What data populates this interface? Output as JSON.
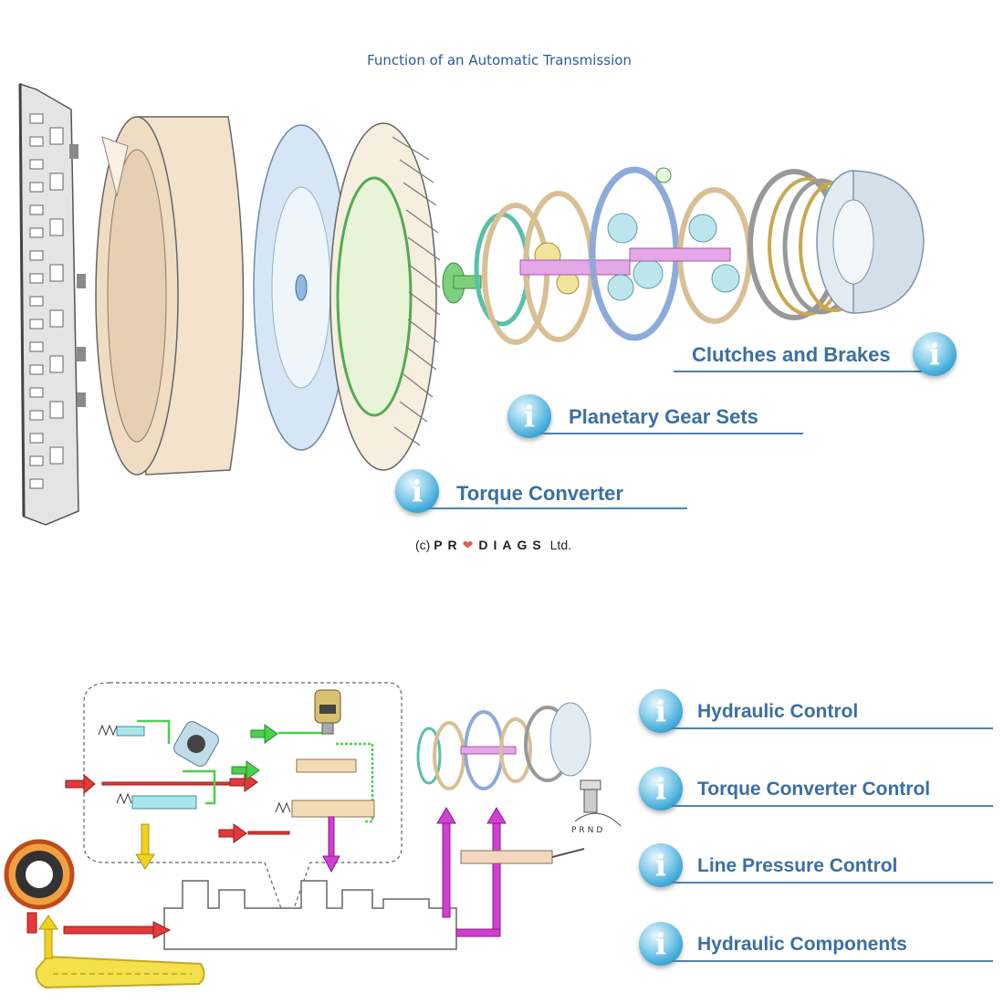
{
  "title": "Function of an Automatic Transmission",
  "copyright": {
    "prefix": "(c)",
    "brand_left": "PR",
    "brand_right": "DIAGS",
    "suffix": "Ltd."
  },
  "info_links": [
    {
      "label": "Clutches and Brakes",
      "icon": "info-icon"
    },
    {
      "label": "Planetary Gear Sets",
      "icon": "info-icon"
    },
    {
      "label": "Torque Converter",
      "icon": "info-icon"
    },
    {
      "label": "Hydraulic Control",
      "icon": "info-icon"
    },
    {
      "label": "Torque Converter Control",
      "icon": "info-icon"
    },
    {
      "label": "Line Pressure Control",
      "icon": "info-icon"
    },
    {
      "label": "Hydraulic Components",
      "icon": "info-icon"
    }
  ],
  "shift_selector": {
    "positions": "PRND"
  },
  "colors": {
    "accent_blue": "#3a6fa2",
    "pressure_red": "#e03a3a",
    "suction_yellow": "#f0d020",
    "control_green": "#4cd04c",
    "converter_magenta": "#d040d0",
    "housing_beige": "#f3e3cc"
  }
}
